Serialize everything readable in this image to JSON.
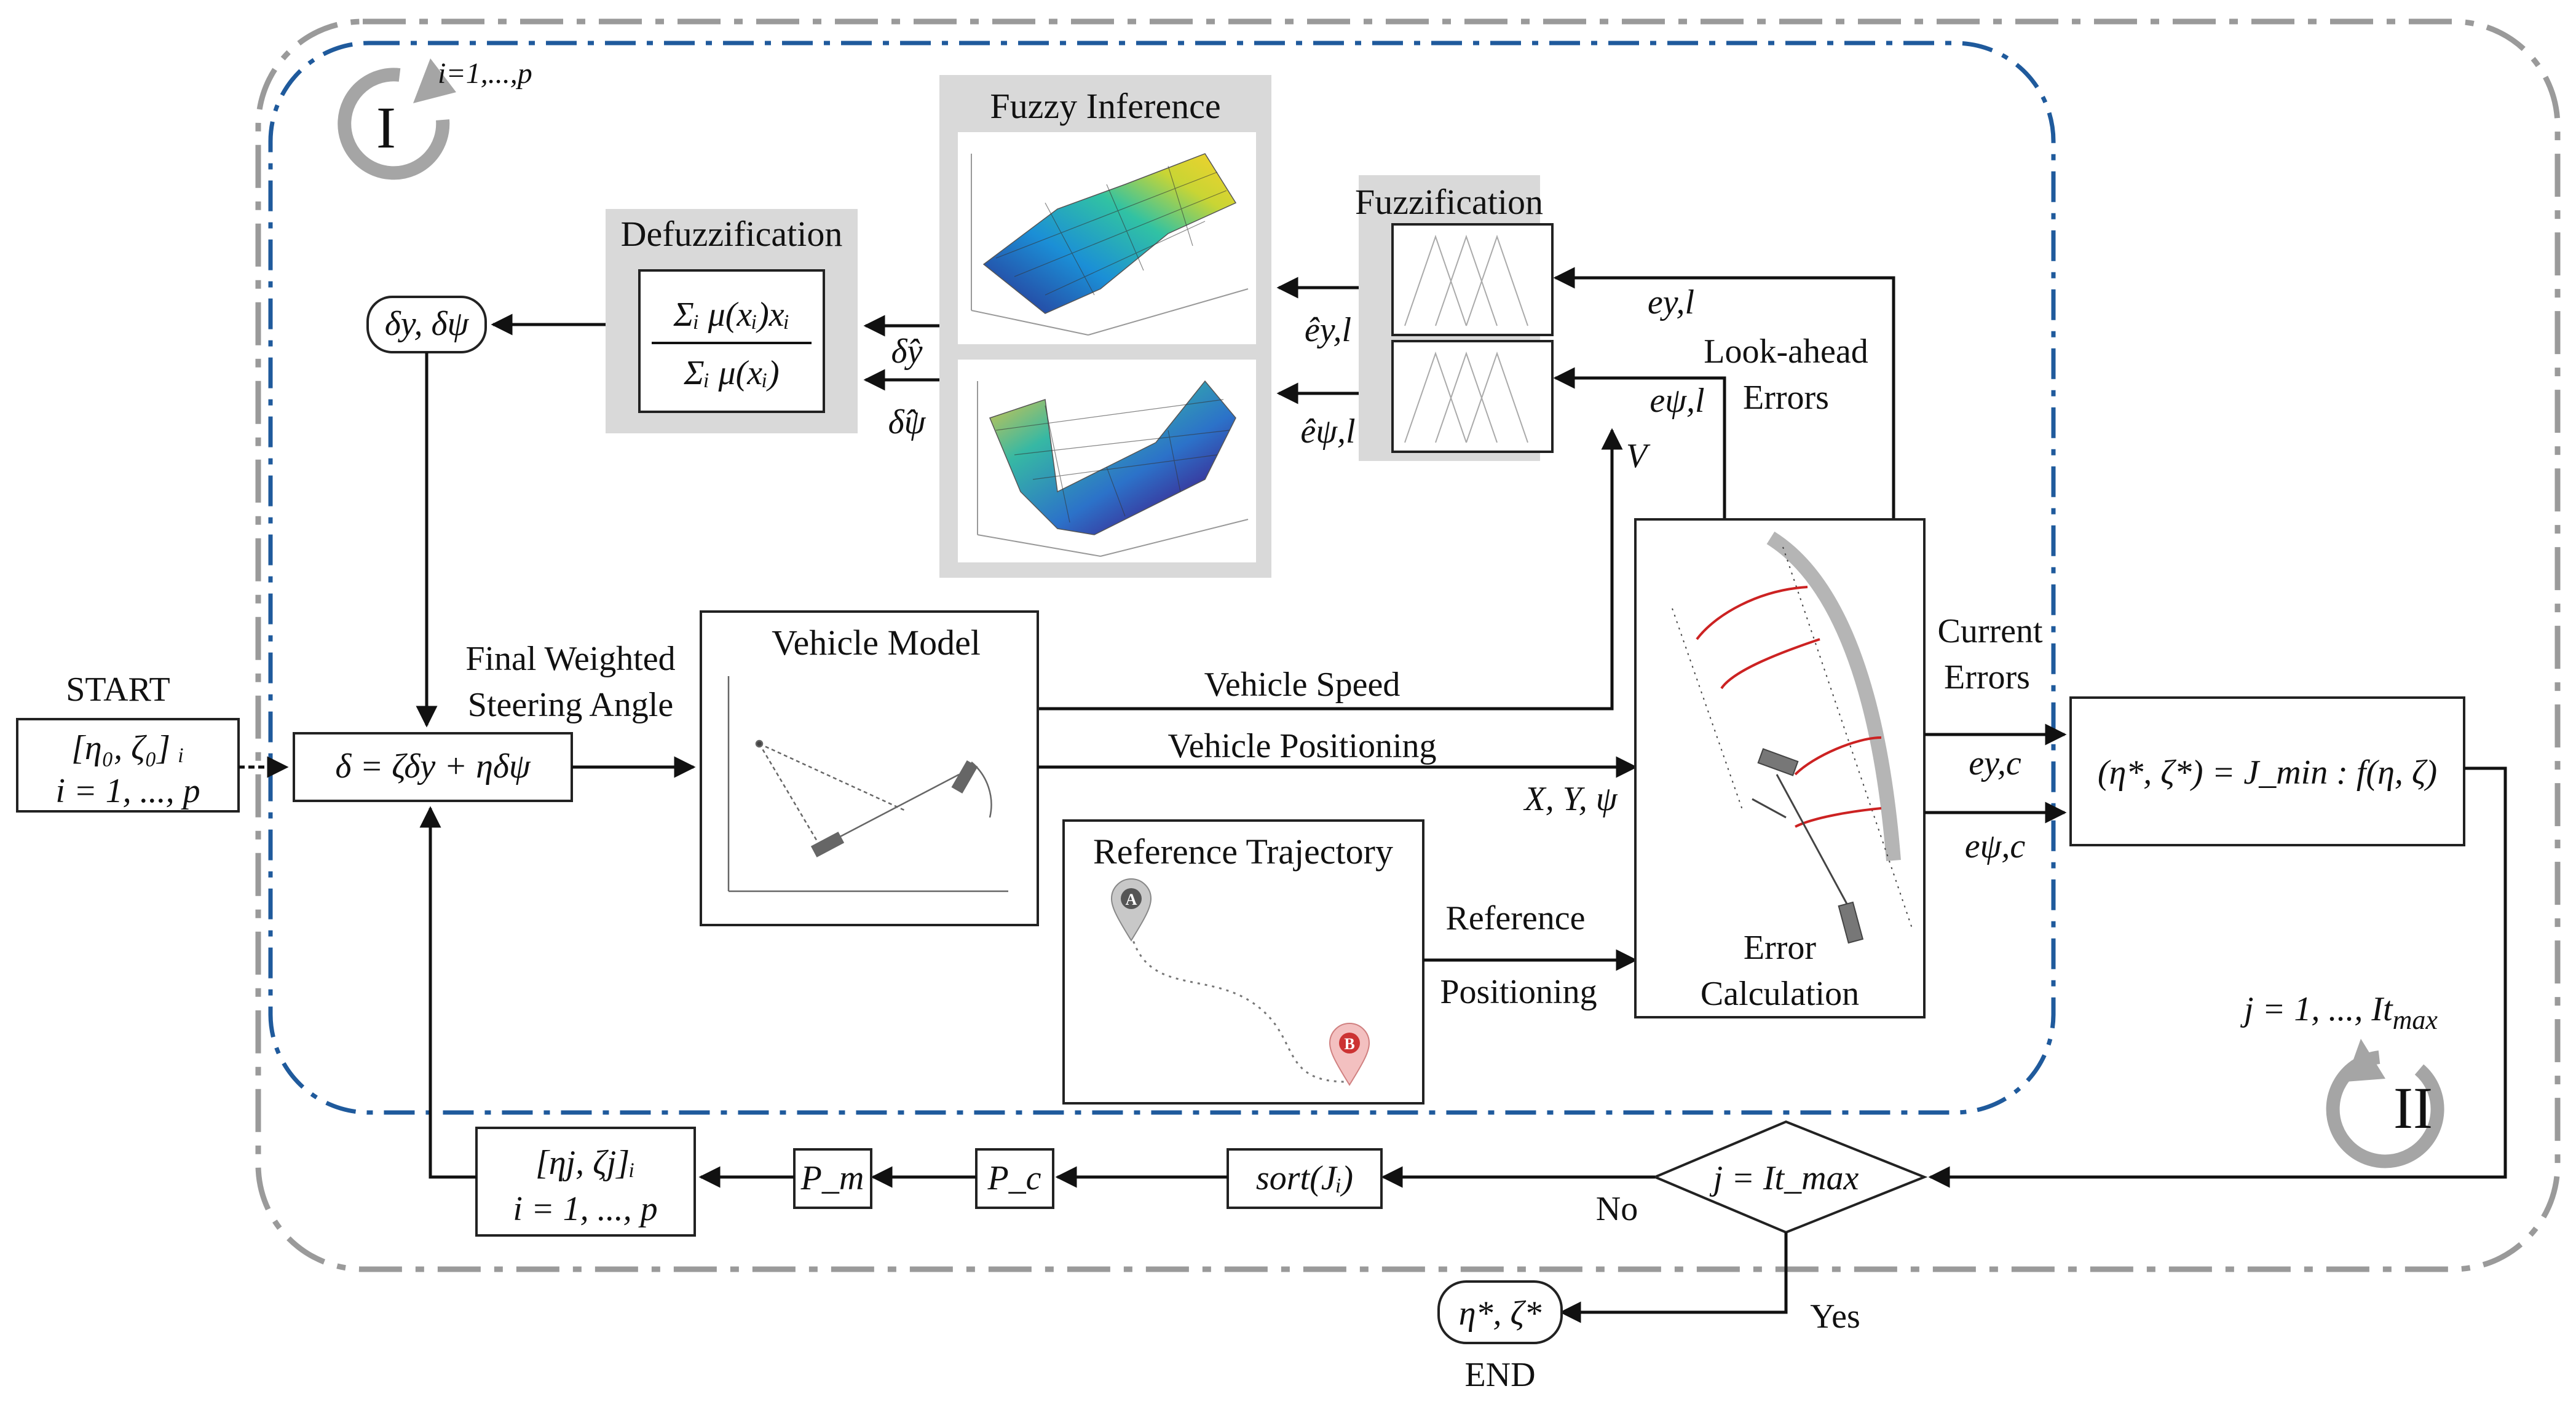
{
  "loops": {
    "inner_label": "I",
    "inner_index": "i=1,...,p",
    "outer_label": "II",
    "outer_index": "j = 1, ..., It",
    "outer_index_sub": "max"
  },
  "start": {
    "label": "START",
    "line1": "[η₀, ζ₀] ᵢ",
    "line2": "i = 1, ..., p"
  },
  "end": {
    "label": "END",
    "value": "η*, ζ*"
  },
  "blocks": {
    "defuzzification": {
      "title": "Defuzzification",
      "numerator": "Σᵢ μ(xᵢ)xᵢ",
      "denominator": "Σᵢ μ(xᵢ)"
    },
    "fuzzy_inference": {
      "title": "Fuzzy Inference"
    },
    "fuzzification": {
      "title": "Fuzzification"
    },
    "delta_out": "δy, δψ",
    "steering_eq": "δ = ζδy + ηδψ",
    "vehicle_model": {
      "title": "Vehicle Model"
    },
    "reference_trajectory": {
      "title": "Reference Trajectory",
      "point_a": "A",
      "point_b": "B"
    },
    "error_calc": {
      "line1": "Error",
      "line2": "Calculation"
    },
    "optimizer": "(η*, ζ*) = J_min : f(η, ζ)",
    "decision": "j = It_max",
    "sort": "sort(Jᵢ)",
    "pc": "P_c",
    "pm": "P_m",
    "population": {
      "line1": "[ηj, ζj]ᵢ",
      "line2": "i = 1, ..., p"
    }
  },
  "labels": {
    "delta_y_hat": "δ̂y",
    "delta_psi_hat": "δ̂ψ",
    "e_y_hat_l": "êy,l",
    "e_psi_hat_l": "êψ,l",
    "e_y_l": "ey,l",
    "e_psi_l": "eψ,l",
    "v": "V",
    "look_ahead_1": "Look-ahead",
    "look_ahead_2": "Errors",
    "final_weighted_1": "Final Weighted",
    "final_weighted_2": "Steering Angle",
    "vehicle_speed": "Vehicle Speed",
    "vehicle_positioning": "Vehicle Positioning",
    "xy_psi": "X, Y, ψ",
    "reference_1": "Reference",
    "reference_2": "Positioning",
    "current_errors_1": "Current",
    "current_errors_2": "Errors",
    "e_y_c": "ey,c",
    "e_psi_c": "eψ,c",
    "no": "No",
    "yes": "Yes"
  },
  "colors": {
    "inner_loop": "#1f5a9c",
    "outer_loop": "#9a9a9a",
    "panel": "#d9d9d9"
  }
}
